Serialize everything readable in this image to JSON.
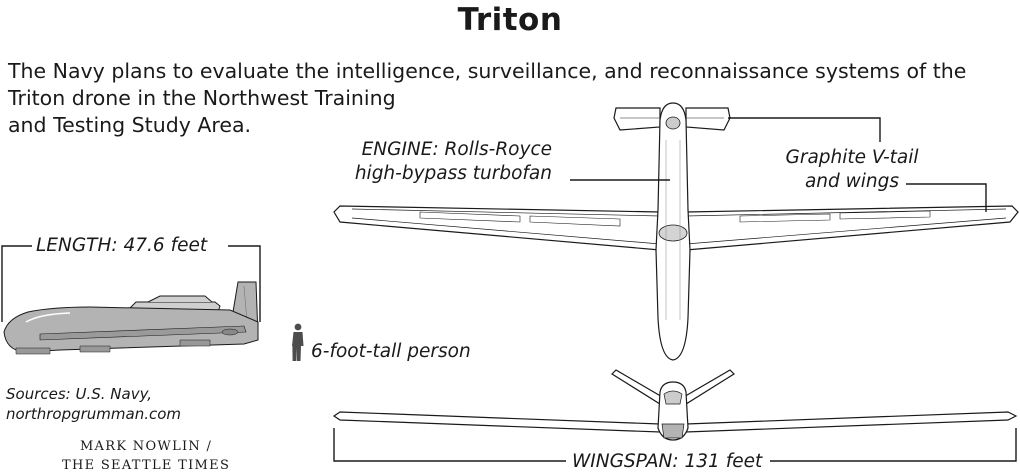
{
  "title": "Triton",
  "description": {
    "line1": "The Navy plans to evaluate the intelligence, surveillance, and reconnaissance systems of the",
    "line2": "Triton drone in the Northwest Training",
    "line3": "and Testing Study Area."
  },
  "labels": {
    "engine_line1": "ENGINE: Rolls-Royce",
    "engine_line2": "high-bypass turbofan",
    "tail_line1": "Graphite V-tail",
    "tail_line2": "and wings",
    "length": "LENGTH: 47.6 feet",
    "person": "6-foot-tall person",
    "wingspan": "WINGSPAN: 131 feet"
  },
  "sources": {
    "line1": "Sources: U.S. Navy,",
    "line2": "northropgrumman.com"
  },
  "credit": {
    "line1": "MARK NOWLIN /",
    "line2": "THE SEATTLE TIMES"
  },
  "colors": {
    "line": "#1a1a1a",
    "drone_fill": "#ffffff",
    "side_fill": "#b3b3b3",
    "person": "#4d4d4d"
  }
}
